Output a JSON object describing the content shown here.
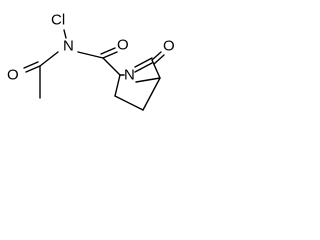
{
  "atoms": {
    "cl": "Cl",
    "n_amide": "N",
    "o_acetyl": "O",
    "o_carbonyl": "O",
    "n_ring": "N",
    "o_ring": "O"
  }
}
